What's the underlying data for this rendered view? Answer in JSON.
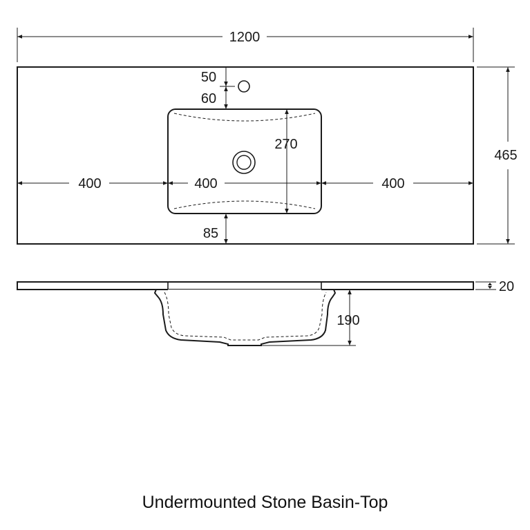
{
  "dimensions": {
    "overall_width": "1200",
    "overall_depth": "465",
    "tap_hole_offset": "50",
    "tap_to_bowl": "60",
    "bowl_depth": "270",
    "left_margin": "400",
    "bowl_width": "400",
    "right_margin": "400",
    "front_margin": "85",
    "top_thickness": "20",
    "bowl_height": "190"
  },
  "caption": "Undermounted Stone Basin-Top"
}
